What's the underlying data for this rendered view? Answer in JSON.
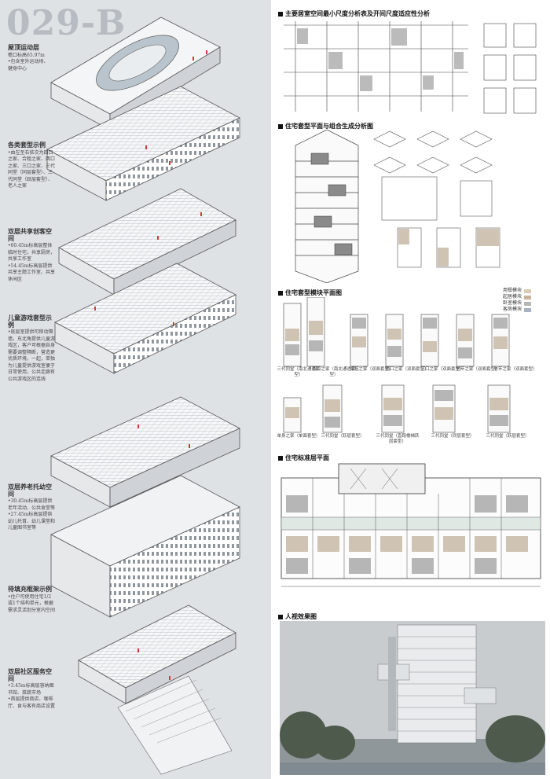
{
  "project_code": "029-B",
  "left": {
    "notes": [
      {
        "heading": "屋顶运动层",
        "lines": [
          "檐口标高65.97m",
          "•包含室外运动场、",
          "健身中心"
        ]
      },
      {
        "heading": "各类套型示例",
        "lines": [
          "•由左至右依次为四口之家、合租之家、两口之家、三口之家、三代同堂（同层套型）、三代同堂（跃层套型）、老人之家"
        ]
      },
      {
        "heading": "双层共享创客空间",
        "lines": [
          "•60.45m标高层整体临时住宅，共享厨房，共享工作室",
          "•54.45m标高层提供共享主题工作室、共享休闲区"
        ]
      },
      {
        "heading": "儿童游戏套型示例",
        "lines": [
          "•底层室提供可移动隔墙，东北角提供儿童游戏区，客户可根据自身需要调整隔断，营造更优质环境，一起，单独为儿童提供游戏室便于日常使用，公共走廊有公共游戏区的连线"
        ]
      },
      {
        "heading": "双层养老托幼空间",
        "lines": [
          "•30.45m标高层提供老年活动、公共食堂等",
          "•27.45m标高层提供幼儿托育、幼儿课堂和儿童图书室等"
        ]
      },
      {
        "heading": "待填充框架示例",
        "lines": [
          "•住户可使用住宅1/2或1个结构单元，根据需求灵活划分室内空间"
        ]
      },
      {
        "heading": "双层社区服务空间",
        "lines": [
          "•3.45m标高层容纳图书馆、菜蔬市场",
          "•首层提供商店、咖啡厅、食与客有商店设置"
        ]
      }
    ]
  },
  "right": {
    "sections": [
      {
        "title": "主要居室空间最小尺度分析表及开间尺度适应性分析"
      },
      {
        "title": "住宅套型平面与组合生成分析图"
      },
      {
        "title": "住宅套型模块平面图"
      },
      {
        "title": "住宅标准层平面"
      },
      {
        "title": "人视效果图"
      }
    ],
    "legend": [
      {
        "label": "用餐模块",
        "color": "#d9cbb6"
      },
      {
        "label": "起居模块",
        "color": "#c8b49a"
      },
      {
        "label": "卧室模块",
        "color": "#b6b6b6"
      },
      {
        "label": "客房模块",
        "color": "#a8b2c0"
      }
    ],
    "units_row1": [
      {
        "label": "三代同堂（南北通透套型）"
      },
      {
        "label": "四口之家（南北通透套型）"
      },
      {
        "label": "合租之家（双面套型）"
      },
      {
        "label": "两口之家（双面套型）"
      },
      {
        "label": "三口之家（双面套型）"
      },
      {
        "label": "老年之家（双面套型）"
      },
      {
        "label": "老年之家（双面套型）"
      }
    ],
    "units_row2": [
      {
        "label": "单身之家（单面套型）"
      },
      {
        "label": "三代同堂（跃层套型）"
      },
      {
        "label": "三代同堂（直跑楼梯跃层套型）"
      },
      {
        "label": "三代同堂（同层套型）"
      },
      {
        "label": "三代同堂（跃层套型）"
      }
    ]
  }
}
